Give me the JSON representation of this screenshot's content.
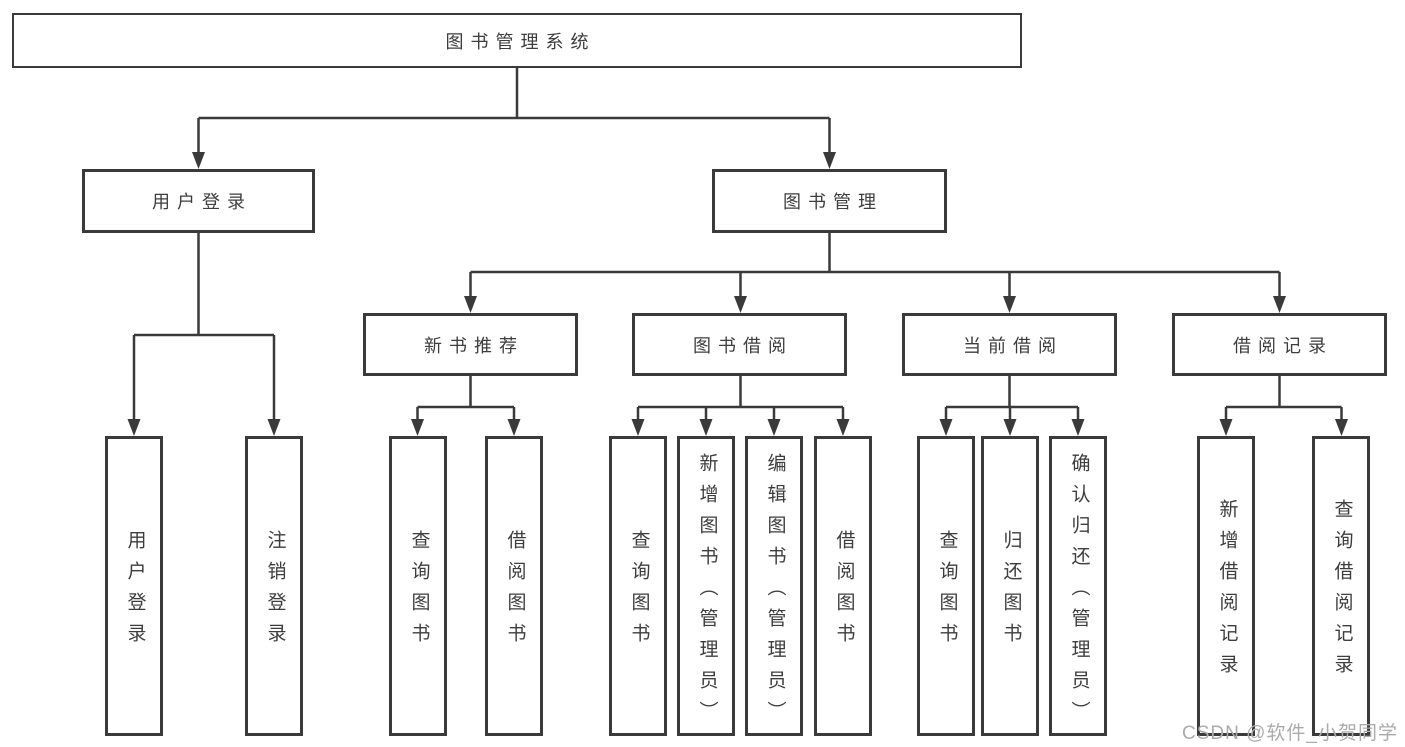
{
  "colors": {
    "line": "#3a3a3a",
    "box_border": "#3a3a3a",
    "box_fill": "#ffffff",
    "text": "#3d3d3d",
    "watermark": "#ababab",
    "background": "#ffffff"
  },
  "watermark": {
    "text": "CSDN @软件_小贺同学"
  },
  "tree": {
    "root": {
      "label": "图书管理系统",
      "children": [
        {
          "label": "用户登录",
          "children": [
            {
              "label": "用户登录"
            },
            {
              "label": "注销登录"
            }
          ]
        },
        {
          "label": "图书管理",
          "children": [
            {
              "label": "新书推荐",
              "children": [
                {
                  "label": "查询图书"
                },
                {
                  "label": "借阅图书"
                }
              ]
            },
            {
              "label": "图书借阅",
              "children": [
                {
                  "label": "查询图书"
                },
                {
                  "label": "新增图书（管理员）"
                },
                {
                  "label": "编辑图书（管理员）"
                },
                {
                  "label": "借阅图书"
                }
              ]
            },
            {
              "label": "当前借阅",
              "children": [
                {
                  "label": "查询图书"
                },
                {
                  "label": "归还图书"
                },
                {
                  "label": "确认归还（管理员）"
                }
              ]
            },
            {
              "label": "借阅记录",
              "children": [
                {
                  "label": "新增借阅记录"
                },
                {
                  "label": "查询借阅记录"
                }
              ]
            }
          ]
        }
      ]
    }
  }
}
